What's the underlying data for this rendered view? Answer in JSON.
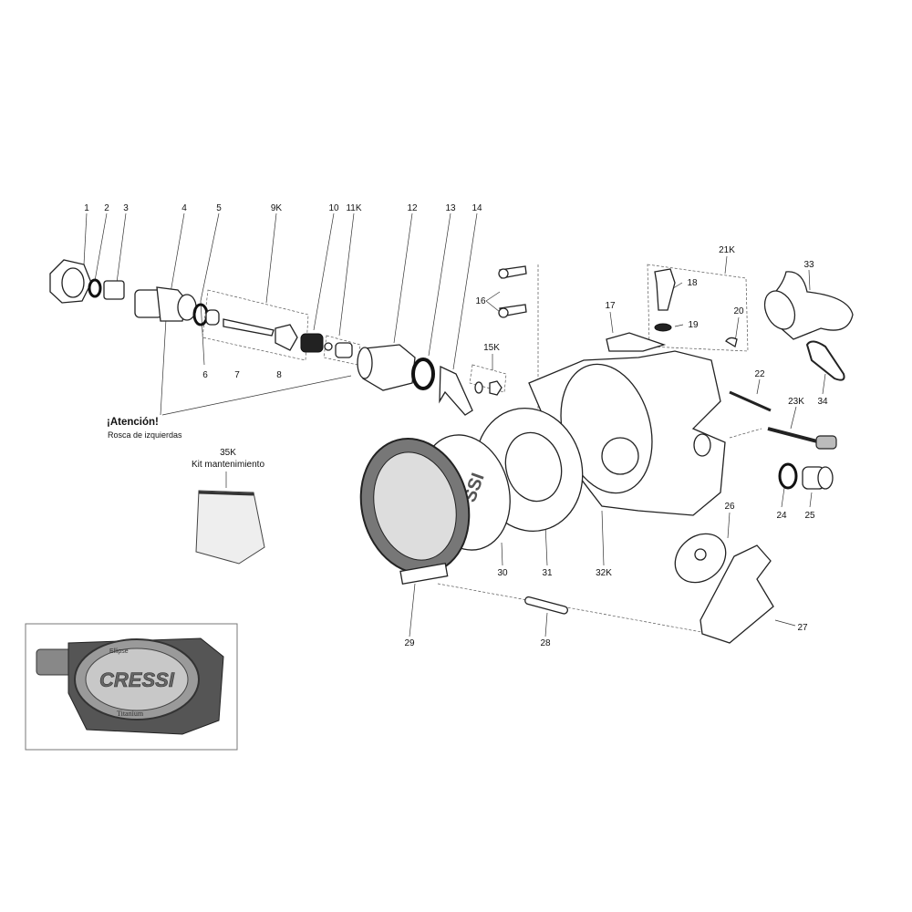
{
  "labels": {
    "p1": "1",
    "p2": "2",
    "p3": "3",
    "p4": "4",
    "p5": "5",
    "p9k": "9K",
    "p10": "10",
    "p11k": "11K",
    "p12": "12",
    "p13": "13",
    "p14": "14",
    "p6": "6",
    "p7": "7",
    "p8": "8",
    "p16": "16",
    "p15k": "15K",
    "p17": "17",
    "p18": "18",
    "p19": "19",
    "p20": "20",
    "p21k": "21K",
    "p33": "33",
    "p34": "34",
    "p22": "22",
    "p23k": "23K",
    "p24": "24",
    "p25": "25",
    "p26": "26",
    "p27": "27",
    "p28": "28",
    "p29": "29",
    "p30": "30",
    "p31": "31",
    "p32k": "32K"
  },
  "notes": {
    "attention_title": "¡Atención!",
    "attention_text": "Rosca de izquierdas",
    "kit_code": "35K",
    "kit_name": "Kit mantenimiento"
  },
  "photo": {
    "brand": "CRESSI",
    "model_badge": "Ellipse",
    "material": "Titanium"
  }
}
